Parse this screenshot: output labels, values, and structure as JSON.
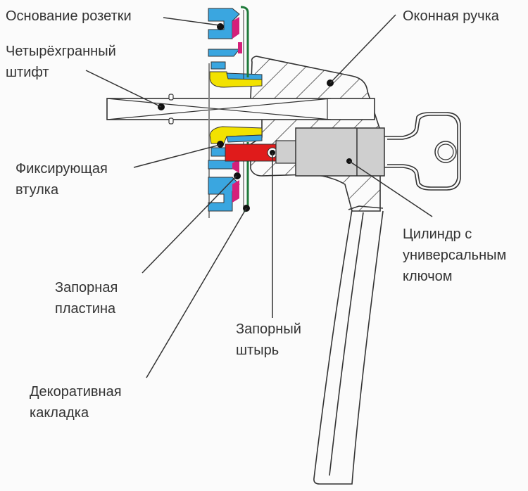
{
  "diagram": {
    "title": "Оконная ручка с замком — разрез",
    "colors": {
      "rosette_base": "#3aa6e0",
      "locking_plate": "#d4207a",
      "decorative_cover": "#1f7a3a",
      "fixing_bushing": "#f2e200",
      "locking_pin": "#e01b1b",
      "cylinder": "#cfcfcf",
      "line": "#333333",
      "background": "#fbfbfb"
    },
    "labels": {
      "rosette_base": "Основание розетки",
      "square_spindle_1": "Четырёхгранный",
      "square_spindle_2": "штифт",
      "fixing_bushing_1": "Фиксирующая",
      "fixing_bushing_2": "втулка",
      "locking_plate_1": "Запорная",
      "locking_plate_2": "пластина",
      "decorative_cover_1": "Декоративная",
      "decorative_cover_2": "какладка",
      "window_handle": "Оконная ручка",
      "cylinder_1": "Цилиндр с",
      "cylinder_2": "универсальным",
      "cylinder_3": "ключом",
      "locking_pin_1": "Запорный",
      "locking_pin_2": "штырь"
    }
  }
}
